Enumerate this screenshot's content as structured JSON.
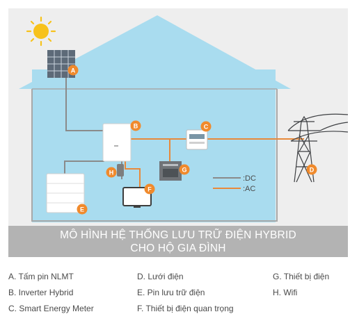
{
  "diagram": {
    "title_line1": "MÔ HÌNH HỆ THỐNG LƯU TRỮ ĐIỆN HYBRID",
    "title_line2": "CHO HỘ GIA ĐÌNH",
    "markers": {
      "a": "A",
      "b": "B",
      "c": "C",
      "d": "D",
      "e": "E",
      "f": "F",
      "g": "G",
      "h": "H"
    },
    "line_legend": {
      "dc": ":DC",
      "ac": ":AC"
    },
    "colors": {
      "background": "#eeeeee",
      "house_fill": "#a9dcef",
      "wall_outline": "#a8a8a8",
      "dc_line": "#8a8a8a",
      "ac_line": "#e8893a",
      "marker": "#f08a2c",
      "sun": "#f7c21b",
      "banner": "#b3b3b3"
    }
  },
  "legend": [
    "A. Tấm pin NLMT",
    "B. Inverter Hybrid",
    "C. Smart Energy Meter",
    "D. Lưới điện",
    "E. Pin lưu trữ điện",
    "F. Thiết bị điện quan trọng",
    "G. Thiết bị điện",
    "H. Wifi"
  ]
}
